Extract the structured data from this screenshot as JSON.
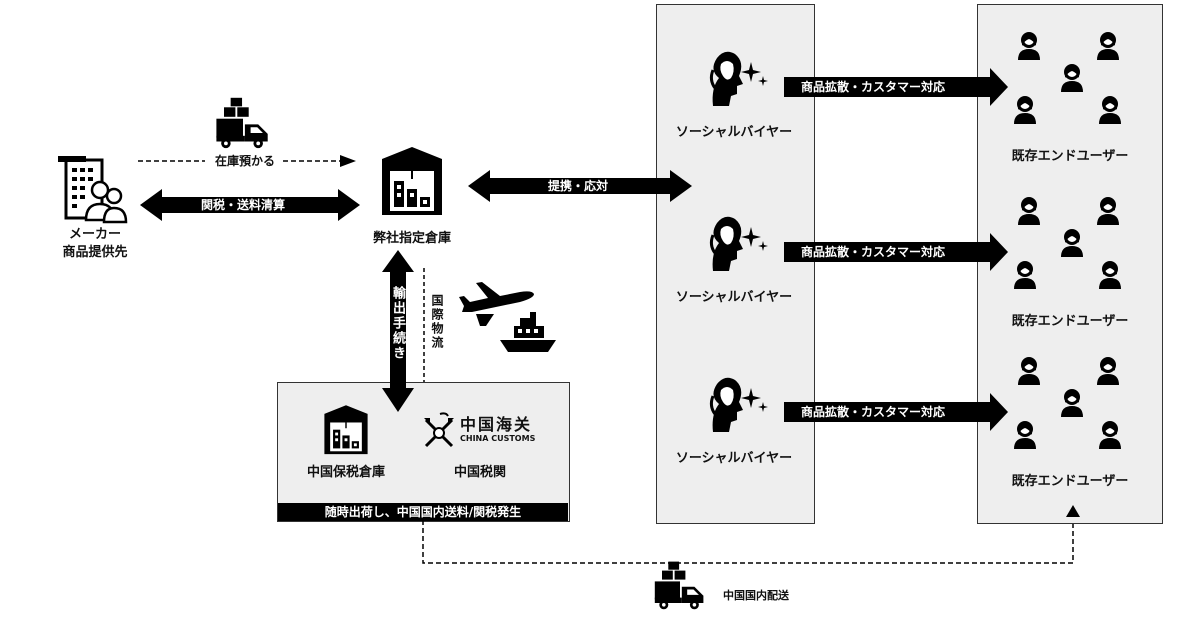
{
  "maker": {
    "line1": "メーカー",
    "line2": "商品提供先"
  },
  "links": {
    "stock": "在庫預かる",
    "settlement": "関税・送料清算",
    "partnership": "提携・応対",
    "export_procedure": "輸出手続き",
    "intl_logistics": "国際物流",
    "spread": "商品拡散・カスタマー対応",
    "domestic_delivery": "中国国内配送"
  },
  "warehouse": {
    "label": "弊社指定倉庫"
  },
  "china_box": {
    "bonded_label": "中国保税倉庫",
    "customs_label": "中国税関",
    "customs_logo_cn": "中国海关",
    "customs_logo_en": "CHINA CUSTOMS",
    "banner": "随時出荷し、中国国内送料/関税発生"
  },
  "buyers": {
    "label": "ソーシャルバイヤー"
  },
  "users": {
    "label": "既存エンドユーザー"
  },
  "colors": {
    "ink": "#111111",
    "panel": "#eeeeee",
    "arrow": "#000000"
  }
}
